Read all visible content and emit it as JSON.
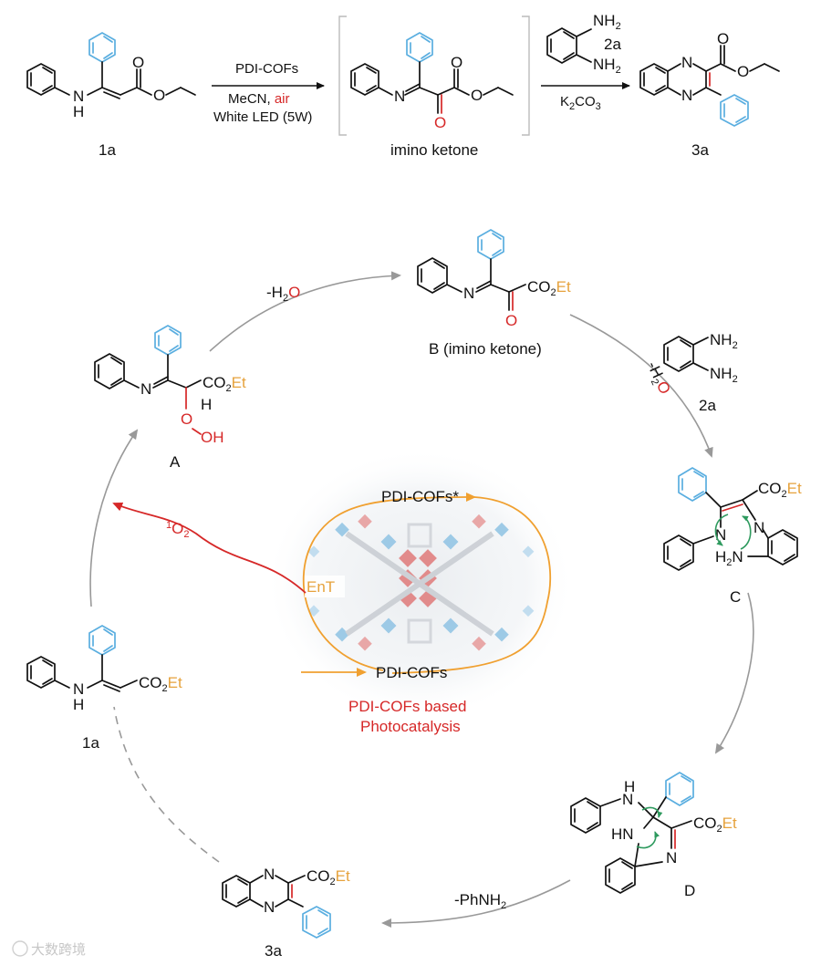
{
  "top_scheme": {
    "reagent_line1": "PDI-COFs",
    "reagent_line2_a": "MeCN, ",
    "reagent_line2_b": "air",
    "reagent_line3": "White LED (5W)",
    "label_1a": "1a",
    "label_imino": "imino ketone",
    "label_3a": "3a",
    "label_2a": "2a",
    "base": "K",
    "base_sub": "2",
    "base_rest": "CO",
    "base_sub2": "3",
    "nh2": "NH",
    "nh2_sub": "2",
    "h_label": "H",
    "n_label": "N",
    "o_label": "O"
  },
  "cycle": {
    "minus_water_top": "-H",
    "water_sub": "2",
    "water_o": "O",
    "label_B": "B (imino ketone)",
    "label_A": "A",
    "label_C": "C",
    "label_D": "D",
    "label_1a": "1a",
    "label_3a": "3a",
    "label_2a": "2a",
    "co2": "CO",
    "co2_sub": "2",
    "et": "Et",
    "h_label": "H",
    "ooh": "O",
    "ooh_h": "OH",
    "singlet_o2_sup": "1",
    "singlet_o2": "O",
    "singlet_o2_sub": "2",
    "pdi_excited": "PDI-COFs*",
    "pdi_ground": "PDI-COFs",
    "ent": "EnT",
    "caption_line1": "PDI-COFs based",
    "caption_line2": "Photocatalysis",
    "minus_phnh2": "-PhNH",
    "phnh2_sub": "2",
    "h2n": "H",
    "h2n_sub": "2",
    "n": "N",
    "hn": "HN",
    "nh": "H"
  },
  "watermark": "大数跨境",
  "colors": {
    "accent_blue": "#5aaee0",
    "accent_red": "#d62828",
    "accent_orange": "#f0a030",
    "arrow_grey": "#999999"
  }
}
